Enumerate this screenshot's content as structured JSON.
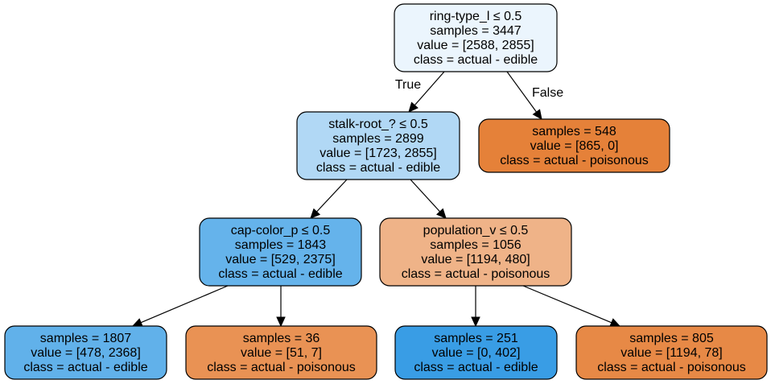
{
  "tree": {
    "nodes": [
      {
        "id": "n0",
        "lines": [
          "ring-type_l ≤ 0.5",
          "samples = 3447",
          "value = [2588, 2855]",
          "class = actual - edible"
        ],
        "fill": "#ebf5fd"
      },
      {
        "id": "n1",
        "lines": [
          "stalk-root_? ≤ 0.5",
          "samples = 2899",
          "value = [1723, 2855]",
          "class = actual - edible"
        ],
        "fill": "#b1d8f5"
      },
      {
        "id": "n2",
        "lines": [
          "samples = 548",
          "value = [865, 0]",
          "class = actual - poisonous"
        ],
        "fill": "#e58139"
      },
      {
        "id": "n3",
        "lines": [
          "cap-color_p ≤ 0.5",
          "samples = 1843",
          "value = [529, 2375]",
          "class = actual - edible"
        ],
        "fill": "#65b3eb"
      },
      {
        "id": "n4",
        "lines": [
          "population_v ≤ 0.5",
          "samples = 1056",
          "value = [1194, 480]",
          "class = actual - poisonous"
        ],
        "fill": "#efb388"
      },
      {
        "id": "n5",
        "lines": [
          "samples = 1807",
          "value = [478, 2368]",
          "class = actual - edible"
        ],
        "fill": "#61b1ea"
      },
      {
        "id": "n6",
        "lines": [
          "samples = 36",
          "value = [51, 7]",
          "class = actual - poisonous"
        ],
        "fill": "#e99254"
      },
      {
        "id": "n7",
        "lines": [
          "samples = 251",
          "value = [0, 402]",
          "class = actual - edible"
        ],
        "fill": "#399de5"
      },
      {
        "id": "n8",
        "lines": [
          "samples = 805",
          "value = [1194, 78]",
          "class = actual - poisonous"
        ],
        "fill": "#e78946"
      }
    ],
    "edges": [
      {
        "from": "n0",
        "to": "n1",
        "label": "True"
      },
      {
        "from": "n0",
        "to": "n2",
        "label": "False"
      },
      {
        "from": "n1",
        "to": "n3",
        "label": ""
      },
      {
        "from": "n1",
        "to": "n4",
        "label": ""
      },
      {
        "from": "n3",
        "to": "n5",
        "label": ""
      },
      {
        "from": "n3",
        "to": "n6",
        "label": ""
      },
      {
        "from": "n4",
        "to": "n7",
        "label": ""
      },
      {
        "from": "n4",
        "to": "n8",
        "label": ""
      }
    ]
  }
}
